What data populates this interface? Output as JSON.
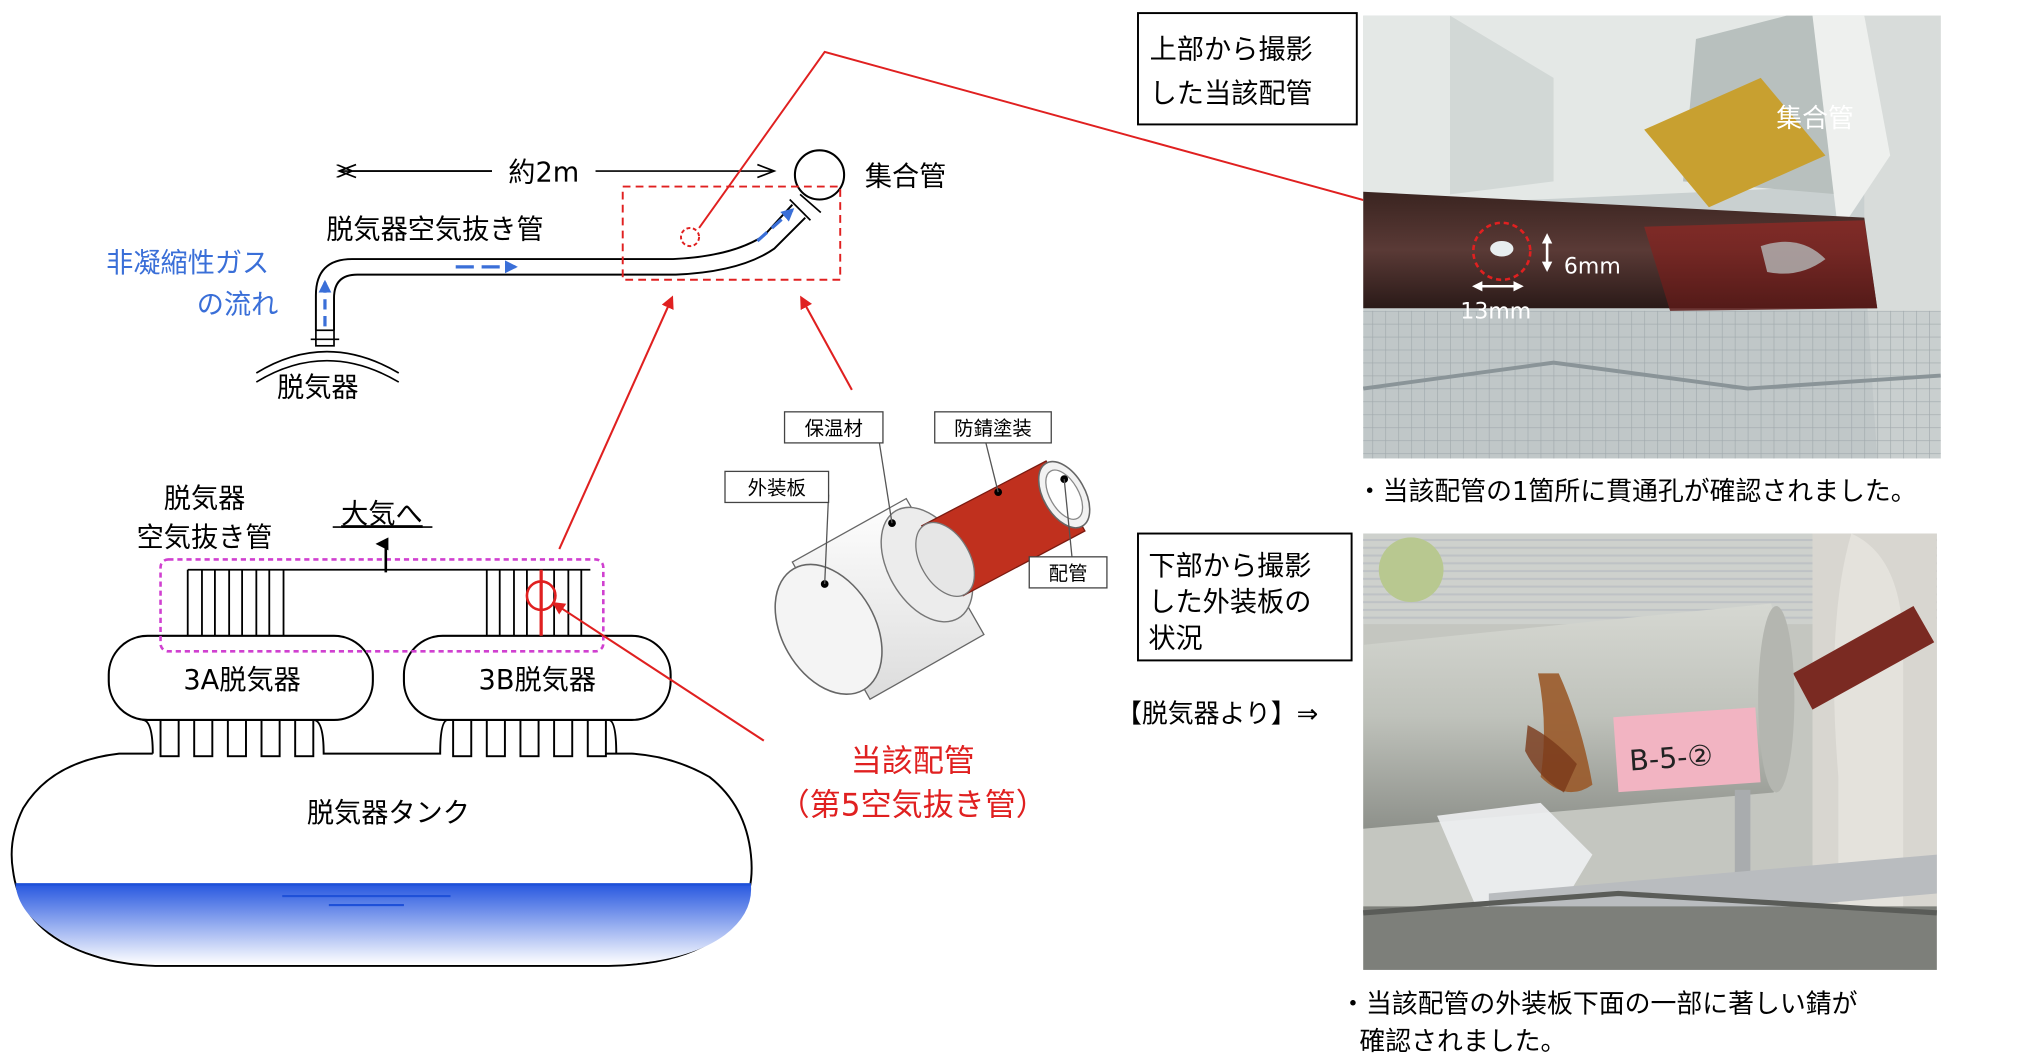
{
  "top_diagram": {
    "distance_label": "約2m",
    "pipe_label": "脱気器空気抜き管",
    "header_label": "集合管",
    "gas_flow_line1": "非凝縮性ガス",
    "gas_flow_line2": "の流れ",
    "deaerator_label": "脱気器"
  },
  "layout_diagram": {
    "vent_pipe_line1": "脱気器",
    "vent_pipe_line2": "空気抜き管",
    "to_atmosphere": "大気へ",
    "deaerator_3a": "3A脱気器",
    "deaerator_3b": "3B脱気器",
    "tank_label": "脱気器タンク",
    "target_line1": "当該配管",
    "target_line2": "（第5空気抜き管）"
  },
  "cross_section": {
    "insulation": "保温材",
    "anticorrosion_paint": "防錆塗装",
    "outer_plate": "外装板",
    "pipe": "配管"
  },
  "photo_top": {
    "caption_line1": "上部から撮影",
    "caption_line2": "した当該配管",
    "header_label": "集合管",
    "dim_height": "6mm",
    "dim_width": "13mm",
    "note": "・当該配管の1箇所に貫通孔が確認されました。"
  },
  "photo_bottom": {
    "caption_line1": "下部から撮影",
    "caption_line2": "した外装板の",
    "caption_line3": "状況",
    "direction": "【脱気器より】⇒",
    "tag_label": "B-5-②",
    "note_line1": "・当該配管の外装板下面の一部に著しい錆が",
    "note_line2": "確認されました。"
  },
  "colors": {
    "flow_blue": "#3a6fd8",
    "highlight_red": "#e02020",
    "magenta_box": "#d040d0",
    "water_blue": "#1e50d8",
    "paint_red": "#c0301e"
  }
}
